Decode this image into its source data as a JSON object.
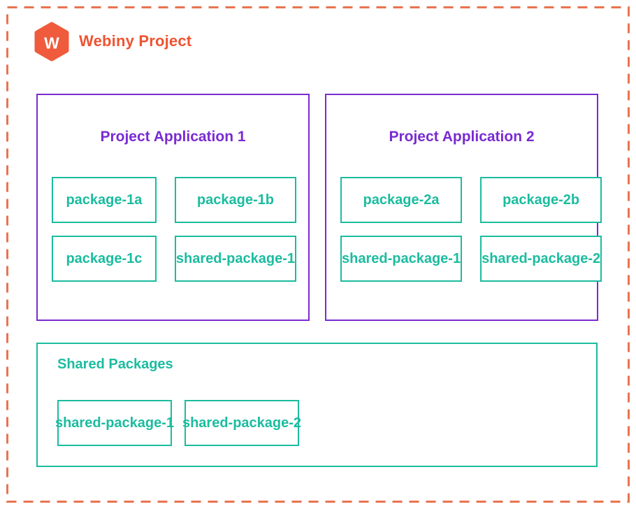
{
  "brand": {
    "logo_letter": "W",
    "title": "Webiny Project"
  },
  "colors": {
    "brand_orange": "#EE5431",
    "logo_orange": "#EF5B3C",
    "frame_dashed_orange": "#E87350",
    "application_purple": "#7A2BD1",
    "package_teal": "#1BBC9F",
    "background": "#FFFFFF"
  },
  "applications": [
    {
      "title": "Project Application 1",
      "packages": [
        "package-1a",
        "package-1b",
        "package-1c",
        "shared-package-1"
      ]
    },
    {
      "title": "Project Application 2",
      "packages": [
        "package-2a",
        "package-2b",
        "shared-package-1",
        "shared-package-2"
      ]
    }
  ],
  "shared_packages": {
    "title": "Shared Packages",
    "packages": [
      "shared-package-1",
      "shared-package-2"
    ]
  }
}
